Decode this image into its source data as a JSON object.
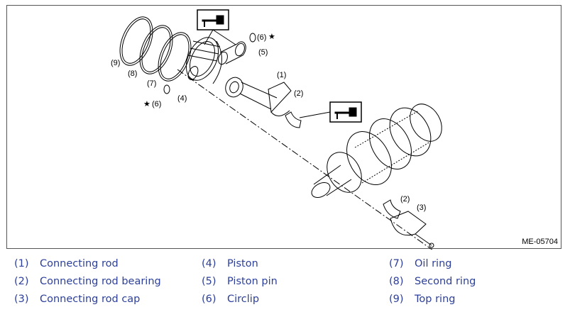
{
  "figure": {
    "id": "ME-05704",
    "callouts": {
      "c1": "(1)",
      "c2": "(2)",
      "c2b": "(2)",
      "c3": "(3)",
      "c4": "(4)",
      "c5": "(5)",
      "c6a": "(6)",
      "c6b": "(6)",
      "c7": "(7)",
      "c8": "(8)",
      "c9": "(9)",
      "star": "★"
    }
  },
  "legend": [
    {
      "num": "(1)",
      "label": "Connecting rod"
    },
    {
      "num": "(2)",
      "label": "Connecting rod bearing"
    },
    {
      "num": "(3)",
      "label": "Connecting rod cap"
    },
    {
      "num": "(4)",
      "label": "Piston"
    },
    {
      "num": "(5)",
      "label": "Piston pin"
    },
    {
      "num": "(6)",
      "label": "Circlip"
    },
    {
      "num": "(7)",
      "label": "Oil ring"
    },
    {
      "num": "(8)",
      "label": "Second ring"
    },
    {
      "num": "(9)",
      "label": "Top ring"
    }
  ]
}
